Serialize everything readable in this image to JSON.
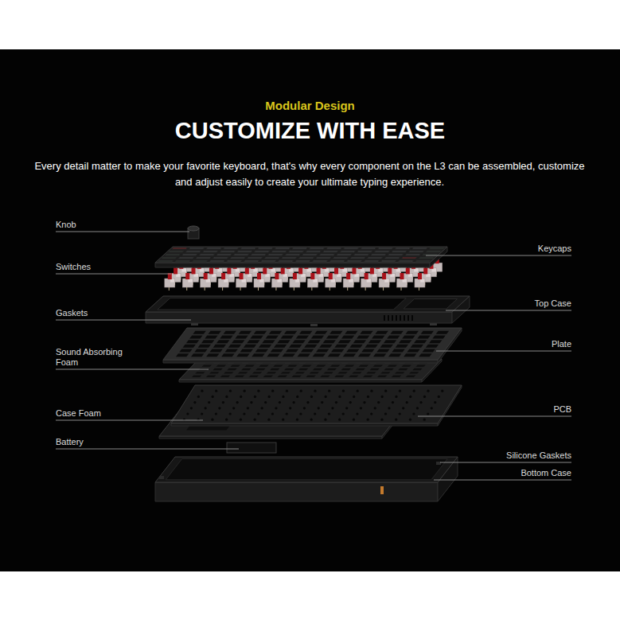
{
  "diagram": {
    "title": "CUSTOMIZE WITH EASE",
    "labels": [
      "Modular Design",
      "Every detail matter to make your favorite keyboard, that's why every component on the L3 can be assembled, customize and adjust easily to create your ultimate typing experience.",
      "Knob",
      "Switches",
      "Gaskets",
      "Sound Absorbing Foam",
      "Case Foam",
      "Battery",
      "Keycaps",
      "Top Case",
      "Plate",
      "PCB",
      "Silicone Gaskets",
      "Bottom Case"
    ]
  }
}
